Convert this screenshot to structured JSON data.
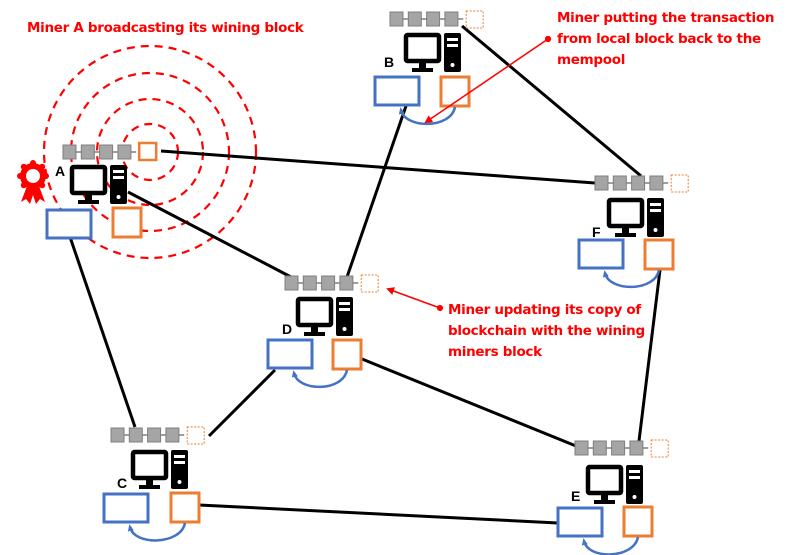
{
  "annotations": {
    "broadcast": "Miner A broadcasting its wining block",
    "mempool_line1": "Miner putting the transaction",
    "mempool_line2": "from local block back to the",
    "mempool_line3": "mempool",
    "update_line1": "Miner updating its copy of",
    "update_line2": "blockchain with the wining",
    "update_line3": "miners block"
  },
  "colors": {
    "annotation": "#ff0000",
    "broadcast_ring": "#ff0000",
    "mempool": "#4472c4",
    "local_block": "#ed7d31",
    "chain_block": "#a5a5a5",
    "link": "#000000",
    "award": "#ff0000"
  },
  "nodes": [
    {
      "id": "A",
      "label": "A",
      "role": "winning miner",
      "chain_blocks": 4,
      "pending_block": "solid",
      "award_icon": true
    },
    {
      "id": "B",
      "label": "B",
      "role": "miner",
      "chain_blocks": 4,
      "pending_block": "dashed"
    },
    {
      "id": "C",
      "label": "C",
      "role": "miner",
      "chain_blocks": 4,
      "pending_block": "dashed"
    },
    {
      "id": "D",
      "label": "D",
      "role": "miner",
      "chain_blocks": 4,
      "pending_block": "dashed"
    },
    {
      "id": "E",
      "label": "E",
      "role": "miner",
      "chain_blocks": 4,
      "pending_block": "dashed"
    },
    {
      "id": "F",
      "label": "F",
      "role": "miner",
      "chain_blocks": 4,
      "pending_block": "dashed"
    }
  ],
  "edges": [
    {
      "from": "A",
      "to": "F"
    },
    {
      "from": "A",
      "to": "D"
    },
    {
      "from": "A",
      "to": "C"
    },
    {
      "from": "B",
      "to": "D"
    },
    {
      "from": "B",
      "to": "F"
    },
    {
      "from": "F",
      "to": "E"
    },
    {
      "from": "D",
      "to": "C"
    },
    {
      "from": "D",
      "to": "E"
    },
    {
      "from": "C",
      "to": "E"
    }
  ],
  "broadcast_rings": 4
}
